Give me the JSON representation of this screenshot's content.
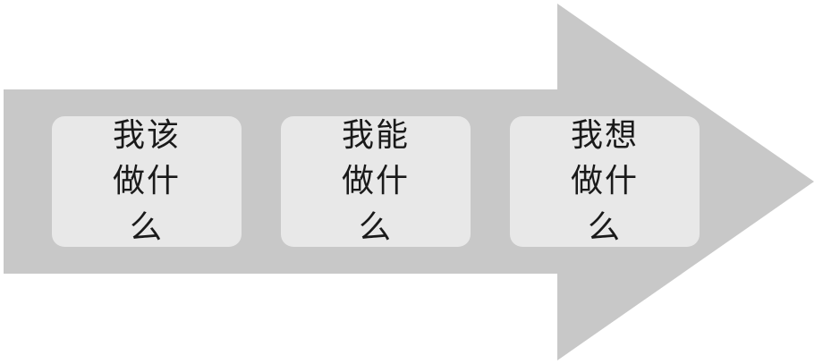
{
  "diagram": {
    "arrow_color": "#c8c8c8",
    "box_color": "#e8e8e8",
    "text_color": "#1a1a1a",
    "steps": [
      {
        "label": "我该做什么"
      },
      {
        "label": "我能做什么"
      },
      {
        "label": "我想做什么"
      }
    ]
  }
}
